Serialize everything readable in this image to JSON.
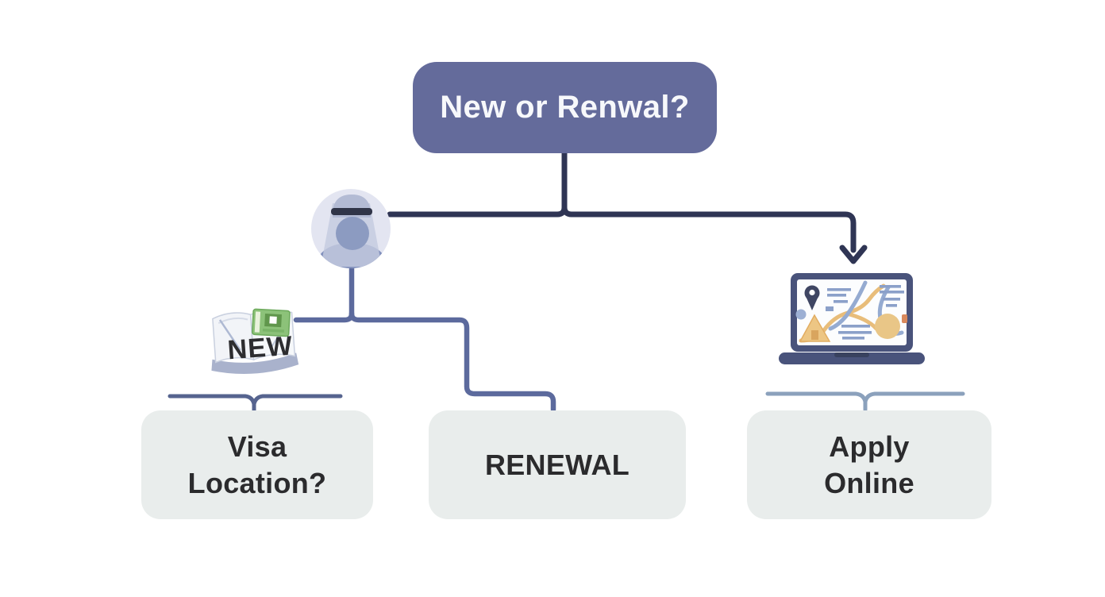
{
  "flowchart": {
    "root": {
      "label": "New or Renwal?"
    },
    "leaves": [
      {
        "id": "visa-location",
        "label": "Visa\nLocation?"
      },
      {
        "id": "renewal",
        "label": "RENEWAL"
      },
      {
        "id": "apply-online",
        "label": "Apply\nOnline"
      }
    ],
    "icons": {
      "applicant_avatar": "person-in-traditional-headdress-icon",
      "passport": {
        "name": "new-passport-book-icon",
        "badge": "NEW"
      },
      "laptop": "laptop-with-map-icon"
    }
  },
  "colors": {
    "background": "#ffffff",
    "root_box_fill": "#646b9b",
    "root_text": "#f7f8fb",
    "leaf_box_fill": "#e9edec",
    "leaf_text": "#2b2b2d",
    "connector_primary": "#2f3554",
    "connector_secondary": "#5c6a9d",
    "connector_visa": "#56648f",
    "connector_apply": "#8ba1bc",
    "avatar_circle": "#e3e5f1",
    "laptop_frame": "#49537b",
    "map_road_tan": "#e8bd7a",
    "map_road_blue": "#95abd1",
    "passport_card_green": "#8cc279"
  }
}
